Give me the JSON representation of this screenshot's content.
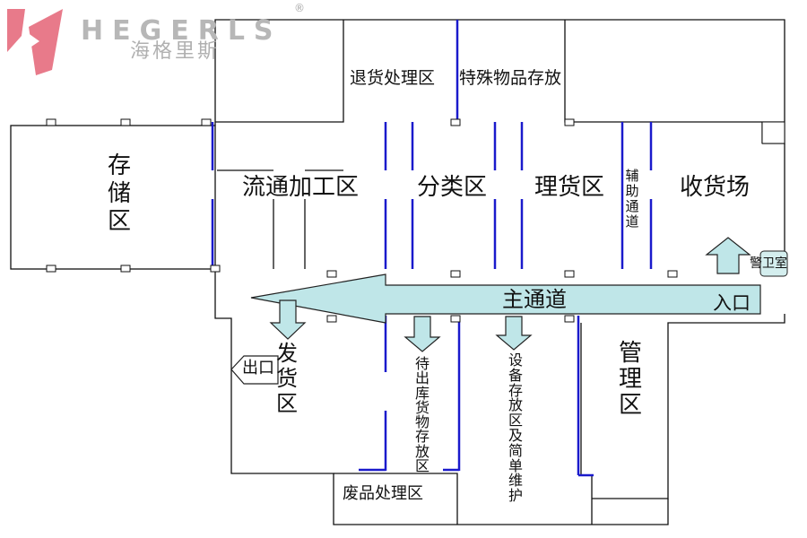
{
  "logo": {
    "brand_en": "HEGERLS",
    "brand_cn": "海格里斯",
    "registered_mark": "®",
    "mark_color": "#e87a8a",
    "text_color": "#b7b7b7"
  },
  "colors": {
    "wall_line": "#111111",
    "divider_blue": "#1a1acc",
    "aisle_fill": "#bfe6e8",
    "aisle_stroke": "#222222",
    "guard_fill": "#d4eeee"
  },
  "zones": {
    "storage": "存储区",
    "return_processing": "退货处理区",
    "special_goods": "特殊物品存放",
    "circulation_processing": "流通加工区",
    "sorting": "分类区",
    "tallying": "理货区",
    "auxiliary_passage": "辅助通道",
    "receiving": "收货场",
    "guard_room": "警卫室",
    "main_passage": "主通道",
    "entrance": "入口",
    "shipping": "发货区",
    "exit": "出口",
    "pending_outbound": "待出库货物存放区",
    "equipment_storage": "设备存放区及简单维护",
    "management": "管理区",
    "waste_processing": "废品处理区"
  },
  "icons": {
    "main_arrow": "left-arrow",
    "down_arrows": "down-arrow",
    "up_arrow": "up-arrow",
    "exit_arrow": "exit-arrow"
  }
}
